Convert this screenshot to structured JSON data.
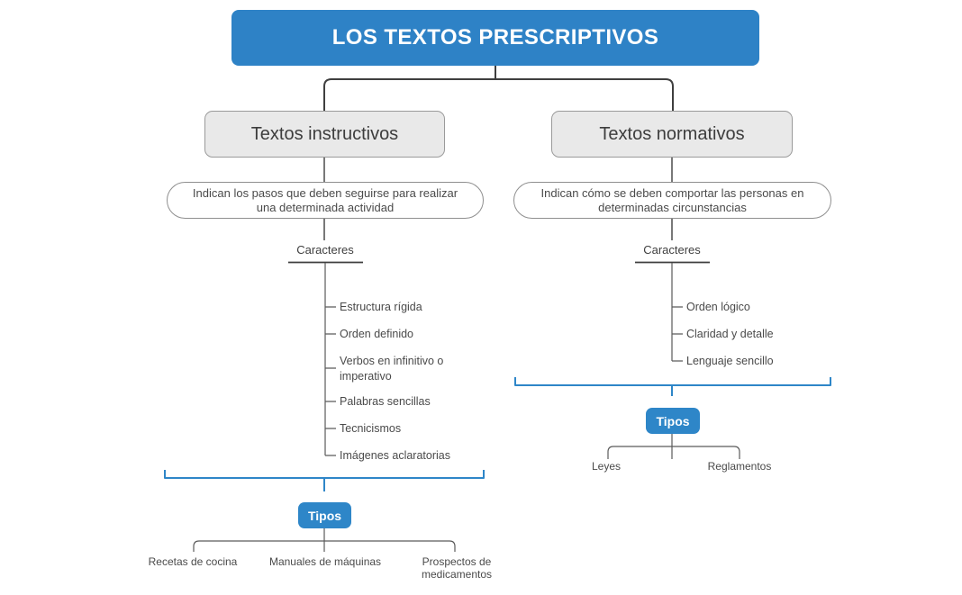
{
  "title": "LOS TEXTOS PRESCRIPTIVOS",
  "branches": {
    "instructivos": {
      "header": "Textos instructivos",
      "description": "Indican los pasos que deben seguirse para realizar una determinada actividad",
      "characteristics_label": "Caracteres",
      "characteristics": [
        "Estructura rígida",
        "Orden definido",
        "Verbos en infinitivo o imperativo",
        "Palabras sencillas",
        "Tecnicismos",
        "Imágenes aclaratorias"
      ],
      "types_label": "Tipos",
      "types": [
        "Recetas de cocina",
        "Manuales de máquinas",
        "Prospectos de medicamentos"
      ]
    },
    "normativos": {
      "header": "Textos normativos",
      "description": "Indican cómo se deben comportar las personas en determinadas circunstancias",
      "characteristics_label": "Caracteres",
      "characteristics": [
        "Orden lógico",
        "Claridad y detalle",
        "Lenguaje sencillo"
      ],
      "types_label": "Tipos",
      "types": [
        "Leyes",
        "Reglamentos"
      ]
    }
  },
  "colors": {
    "node_blue": "#2e82c6",
    "button_blue": "#2e86c8",
    "bracket_blue": "#2e86c8",
    "branch_fill_gray": "#e9e9e9",
    "branch_border_gray": "#9a9a9a",
    "connector_dark": "#3f3f3f",
    "text_dark": "#4a4a4a",
    "background": "#ffffff"
  }
}
